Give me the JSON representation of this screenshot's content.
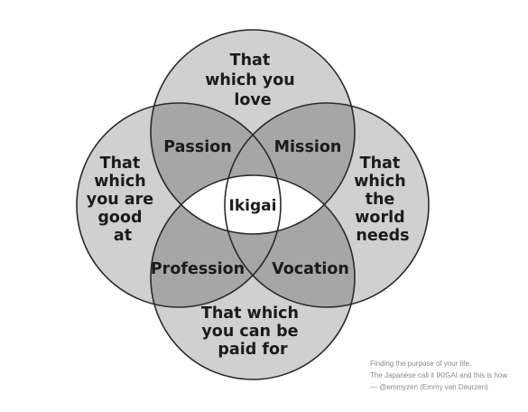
{
  "diagram": {
    "circles": {
      "love": {
        "label": [
          "That",
          "which you",
          "love"
        ]
      },
      "good_at": {
        "label": [
          "That",
          "which",
          "you are",
          "good",
          "at"
        ]
      },
      "world_needs": {
        "label": [
          "That",
          "which",
          "the",
          "world",
          "needs"
        ]
      },
      "paid_for": {
        "label": [
          "That which",
          "you can be",
          "paid for"
        ]
      }
    },
    "overlaps": {
      "passion": "Passion",
      "mission": "Mission",
      "profession": "Profession",
      "vocation": "Vocation",
      "center": "Ikigai"
    },
    "colors": {
      "outer_fill": "#d0d0d0",
      "pair_fill": "#a6a6a6",
      "center_fill": "#ffffff",
      "stroke": "#2a2a2a"
    }
  },
  "caption": {
    "line1": "Finding the purpose of your life.",
    "line2": "The Japanese call it IKIGAI and this is how",
    "line3": "— @emmyzen (Emmy van Deurzen)"
  }
}
